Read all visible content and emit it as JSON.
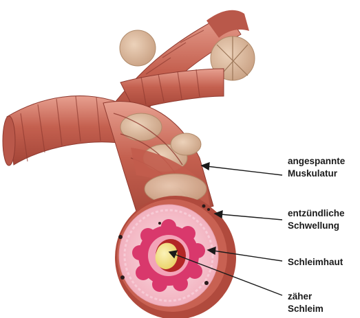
{
  "labels": [
    {
      "id": "muscle",
      "lines": [
        "angespannte",
        "Muskulatur"
      ]
    },
    {
      "id": "swelling",
      "lines": [
        "entzündliche",
        "Schwellung"
      ]
    },
    {
      "id": "mucosa",
      "lines": [
        "Schleimhaut"
      ]
    },
    {
      "id": "mucus",
      "lines": [
        "zäher",
        "Schleim"
      ]
    }
  ],
  "colors": {
    "muscle_dark": "#a8493e",
    "muscle_mid": "#c96a5c",
    "muscle_light": "#e39b8b",
    "cartilage": "#d9b79b",
    "mucosa_pink": "#f4b6c3",
    "mucosa_folds": "#d4356a",
    "mucus_yellow": "#f2e28a",
    "inner_dark": "#b32626"
  }
}
